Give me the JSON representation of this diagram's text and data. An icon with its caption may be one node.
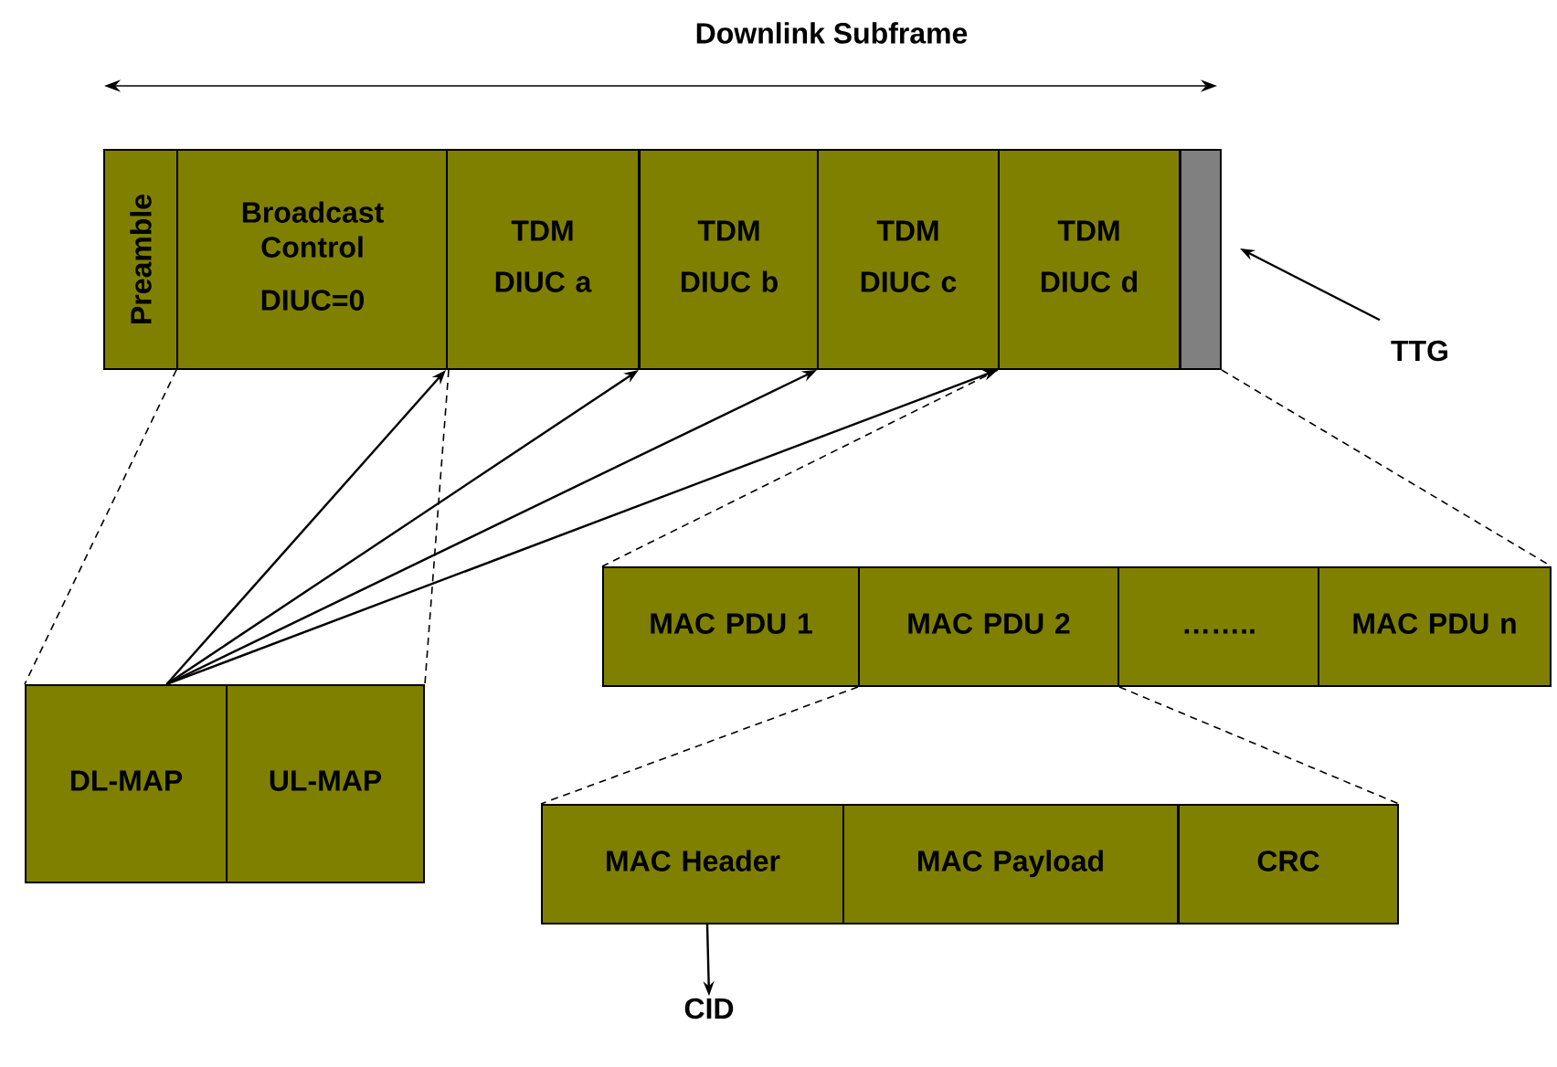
{
  "diagram": {
    "title": "Downlink Subframe",
    "nodes": [
      {
        "text": [
          "Preamble"
        ]
      },
      {
        "text": [
          "Broadcast Control",
          "DIUC=0"
        ]
      },
      {
        "text": [
          "TDM",
          "DIUC a"
        ]
      },
      {
        "text": [
          "TDM",
          "DIUC b"
        ]
      },
      {
        "text": [
          "TDM",
          "DIUC c"
        ]
      },
      {
        "text": [
          "TDM",
          "DIUC d"
        ]
      },
      {
        "text": [],
        "shape": "box"
      },
      {
        "text": [
          "TTG"
        ]
      },
      {
        "text": [
          "MAC PDU 1"
        ]
      },
      {
        "text": [
          "MAC PDU 2"
        ]
      },
      {
        "text": [
          "…….."
        ]
      },
      {
        "text": [
          "MAC PDU n"
        ]
      },
      {
        "text": [
          "DL-MAP"
        ]
      },
      {
        "text": [
          "UL-MAP"
        ]
      },
      {
        "text": [
          "MAC Header"
        ]
      },
      {
        "text": [
          "MAC Payload"
        ]
      },
      {
        "text": [
          "CRC"
        ]
      },
      {
        "text": [
          "CID"
        ]
      }
    ],
    "edges": [
      {
        "from": 12,
        "to": 2,
        "arrow": "to"
      },
      {
        "from": 12,
        "to": 3,
        "arrow": "to"
      },
      {
        "from": 12,
        "to": 4,
        "arrow": "to"
      },
      {
        "from": 12,
        "to": 5,
        "arrow": "to"
      },
      {
        "from": 7,
        "to": 6,
        "arrow": "to"
      },
      {
        "from": 14,
        "to": 17,
        "arrow": "to"
      },
      {
        "from": 1,
        "to": 12,
        "arrow": "none",
        "style": "dashed"
      },
      {
        "from": 1,
        "to": 13,
        "arrow": "none",
        "style": "dashed"
      },
      {
        "from": 5,
        "to": 8,
        "arrow": "none",
        "style": "dashed"
      },
      {
        "from": 6,
        "to": 11,
        "arrow": "none",
        "style": "dashed"
      },
      {
        "from": 9,
        "to": 14,
        "arrow": "none",
        "style": "dashed"
      },
      {
        "from": 9,
        "to": 16,
        "arrow": "none",
        "style": "dashed"
      }
    ]
  }
}
